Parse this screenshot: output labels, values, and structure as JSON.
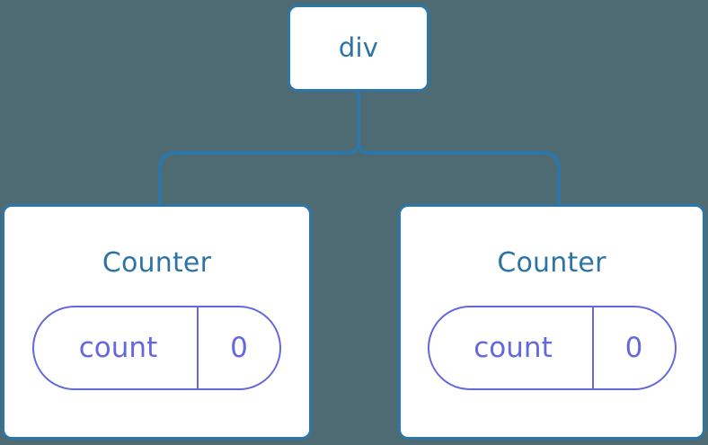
{
  "diagram": {
    "type": "component-tree",
    "background_color": "#4e6a73",
    "node_border_color": "#2d76a8",
    "node_text_color": "#2d74a5",
    "connector_color": "#2d76a8",
    "state_pill_color": "#6468dd",
    "root": {
      "label": "div"
    },
    "children": [
      {
        "label": "Counter",
        "state": {
          "key": "count",
          "value": "0"
        }
      },
      {
        "label": "Counter",
        "state": {
          "key": "count",
          "value": "0"
        }
      }
    ]
  }
}
